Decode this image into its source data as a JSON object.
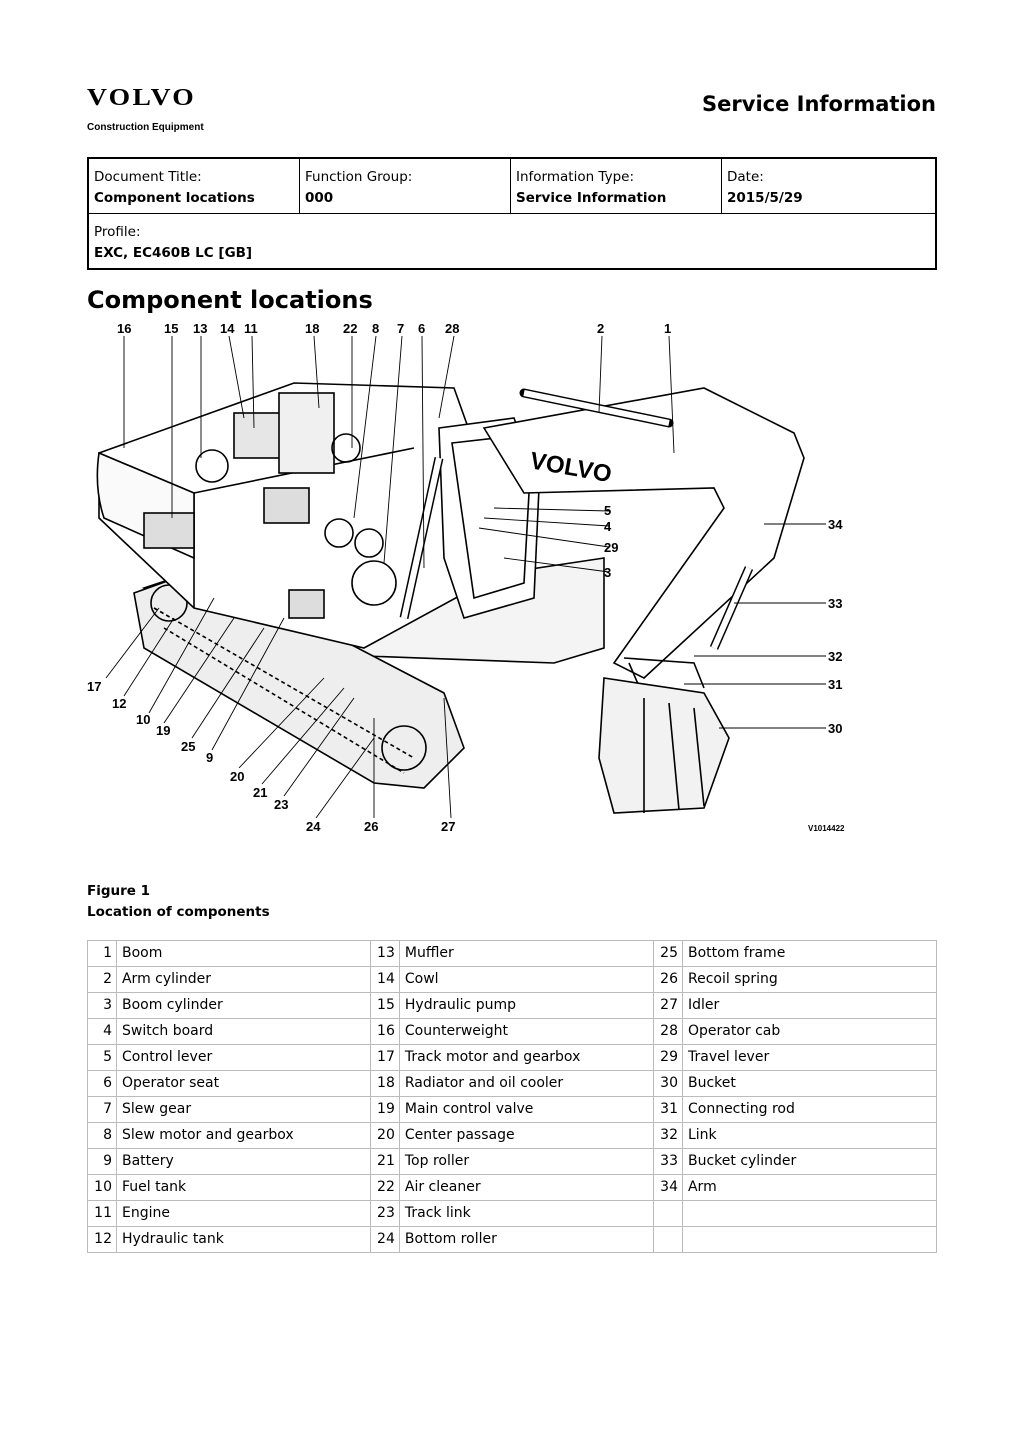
{
  "header": {
    "logo_text": "VOLVO",
    "logo_subtitle": "Construction Equipment",
    "service_title": "Service Information"
  },
  "meta": {
    "doc_title_label": "Document Title:",
    "doc_title_value": "Component locations",
    "function_group_label": "Function Group:",
    "function_group_value": "000",
    "info_type_label": "Information Type:",
    "info_type_value": "Service Information",
    "date_label": "Date:",
    "date_value": "2015/5/29",
    "profile_label": "Profile:",
    "profile_value": "EXC, EC460B LC [GB]"
  },
  "page_title": "Component locations",
  "figure": {
    "callouts_top": [
      "16",
      "15",
      "13",
      "14",
      "11",
      "18",
      "22",
      "8",
      "7",
      "6",
      "28",
      "2",
      "1"
    ],
    "callouts_right": [
      "5",
      "4",
      "29",
      "3",
      "34",
      "33",
      "32",
      "31",
      "30"
    ],
    "callouts_left": [
      "17",
      "12",
      "10",
      "19",
      "25",
      "9",
      "20",
      "21",
      "23"
    ],
    "callouts_bottom": [
      "24",
      "26",
      "27"
    ],
    "machine_logo": "VOLVO",
    "image_id": "V1014422"
  },
  "caption": {
    "figure_label": "Figure 1",
    "figure_text": "Location of components"
  },
  "components": [
    {
      "num": "1",
      "name": "Boom"
    },
    {
      "num": "2",
      "name": "Arm cylinder"
    },
    {
      "num": "3",
      "name": "Boom cylinder"
    },
    {
      "num": "4",
      "name": "Switch board"
    },
    {
      "num": "5",
      "name": "Control lever"
    },
    {
      "num": "6",
      "name": "Operator seat"
    },
    {
      "num": "7",
      "name": "Slew gear"
    },
    {
      "num": "8",
      "name": "Slew motor and gearbox"
    },
    {
      "num": "9",
      "name": "Battery"
    },
    {
      "num": "10",
      "name": "Fuel tank"
    },
    {
      "num": "11",
      "name": "Engine"
    },
    {
      "num": "12",
      "name": "Hydraulic tank"
    },
    {
      "num": "13",
      "name": "Muffler"
    },
    {
      "num": "14",
      "name": "Cowl"
    },
    {
      "num": "15",
      "name": "Hydraulic pump"
    },
    {
      "num": "16",
      "name": "Counterweight"
    },
    {
      "num": "17",
      "name": "Track motor and gearbox"
    },
    {
      "num": "18",
      "name": "Radiator and oil cooler"
    },
    {
      "num": "19",
      "name": "Main control valve"
    },
    {
      "num": "20",
      "name": "Center passage"
    },
    {
      "num": "21",
      "name": "Top roller"
    },
    {
      "num": "22",
      "name": "Air cleaner"
    },
    {
      "num": "23",
      "name": "Track link"
    },
    {
      "num": "24",
      "name": "Bottom roller"
    },
    {
      "num": "25",
      "name": "Bottom frame"
    },
    {
      "num": "26",
      "name": "Recoil spring"
    },
    {
      "num": "27",
      "name": "Idler"
    },
    {
      "num": "28",
      "name": "Operator cab"
    },
    {
      "num": "29",
      "name": "Travel lever"
    },
    {
      "num": "30",
      "name": "Bucket"
    },
    {
      "num": "31",
      "name": "Connecting rod"
    },
    {
      "num": "32",
      "name": "Link"
    },
    {
      "num": "33",
      "name": "Bucket cylinder"
    },
    {
      "num": "34",
      "name": "Arm"
    }
  ]
}
